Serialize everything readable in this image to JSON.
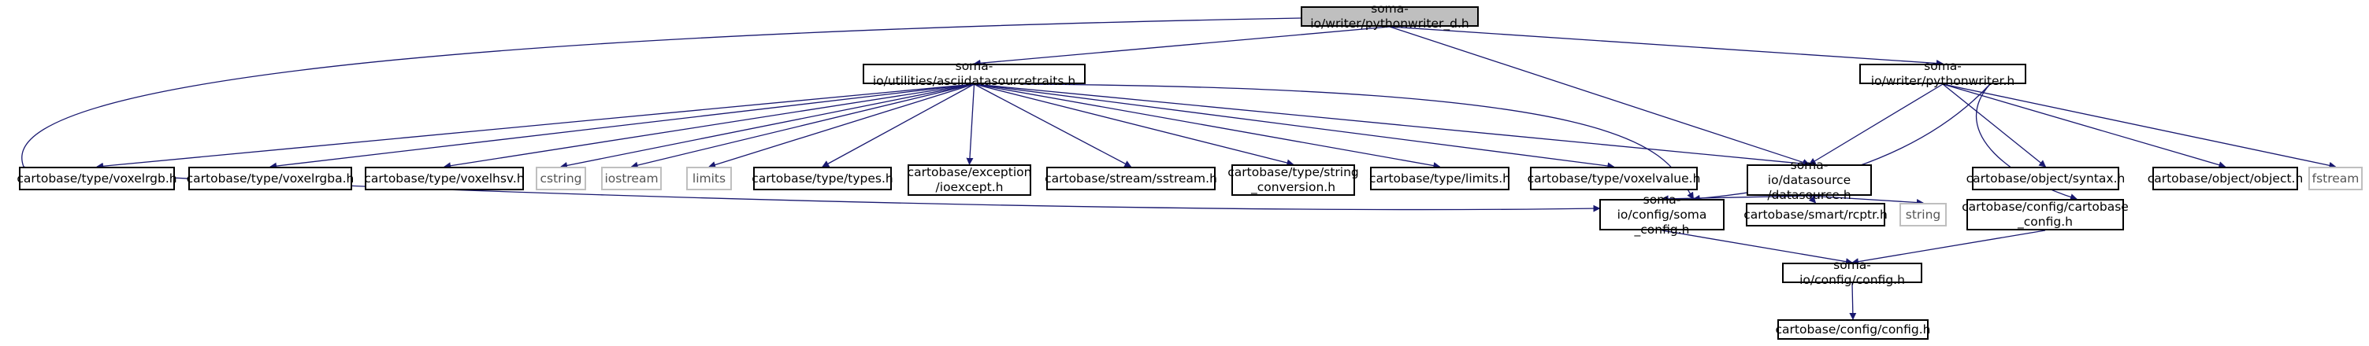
{
  "graph": {
    "colors": {
      "edge": "#191970",
      "node_border": "#000000",
      "system_border": "#bfbfbf",
      "root_fill": "#bfbfbf"
    },
    "nodes": {
      "root": "soma-io/writer/pythonwriter_d.h",
      "asciitraits": "soma-io/utilities/asciidatasourcetraits.h",
      "pythonwriter": "soma-io/writer/pythonwriter.h",
      "voxelrgb": "cartobase/type/voxelrgb.h",
      "voxelrgba": "cartobase/type/voxelrgba.h",
      "voxelhsv": "cartobase/type/voxelhsv.h",
      "cstring": "cstring",
      "iostream": "iostream",
      "limits": "limits",
      "types": "cartobase/type/types.h",
      "ioexcept": "cartobase/exception\n/ioexcept.h",
      "sstream": "cartobase/stream/sstream.h",
      "stringconv": "cartobase/type/string\n_conversion.h",
      "typelimits": "cartobase/type/limits.h",
      "voxelvalue": "cartobase/type/voxelvalue.h",
      "datasource": "soma-io/datasource\n/datasource.h",
      "syntax": "cartobase/object/syntax.h",
      "object": "cartobase/object/object.h",
      "fstream": "fstream",
      "somaconfig": "soma-io/config/soma\n_config.h",
      "rcptr": "cartobase/smart/rcptr.h",
      "string": "string",
      "cartobaseconfig": "cartobase/config/cartobase\n_config.h",
      "ioconfig": "soma-io/config/config.h",
      "cbconfig": "cartobase/config/config.h"
    }
  }
}
